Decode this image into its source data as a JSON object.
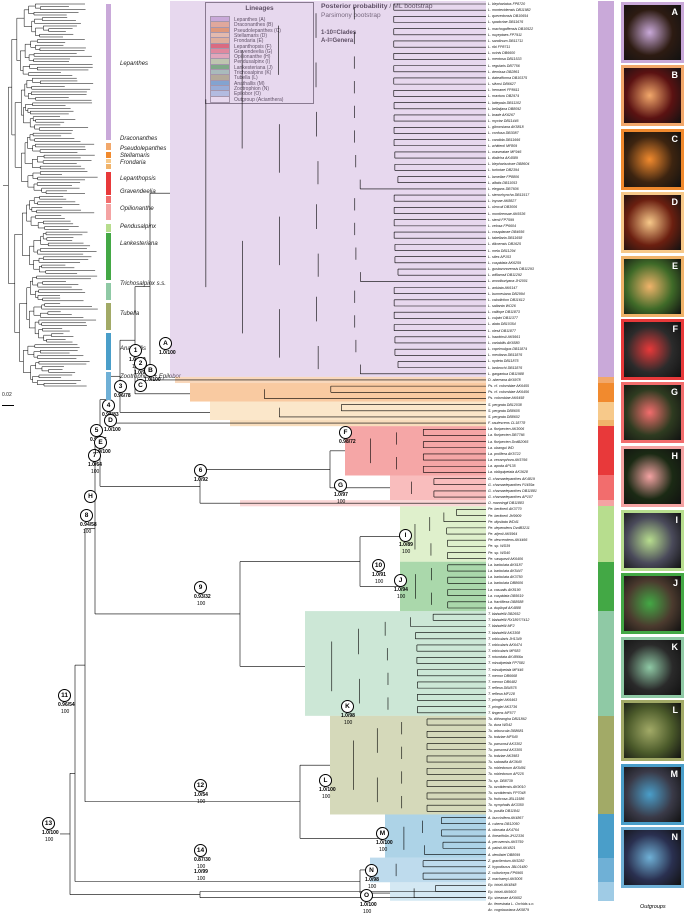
{
  "overview": {
    "scale": "0.02",
    "labels": [
      "Lepanthes",
      "Draconanthes",
      "Pseudolepanthes",
      "Stellamaris",
      "Frondaria",
      "Lepanthopsis",
      "Gravendeelia",
      "Opilionanthe",
      "Pendusalpinx",
      "Lankesteriana",
      "Trichosalpinx s.s.",
      "Tubella",
      "Anathallis",
      "Zootrophion + Epilobor"
    ]
  },
  "legend": {
    "title": "Lineages",
    "items": [
      {
        "label": "Lepanthes (A)",
        "color": "#c9a9d9"
      },
      {
        "label": "Draconanthes (B)",
        "color": "#f2a86b"
      },
      {
        "label": "Pseudolepanthes (C)",
        "color": "#f18a2e"
      },
      {
        "label": "Stellamaris (D)",
        "color": "#f7c98a"
      },
      {
        "label": "Frondaria (E)",
        "color": "#f0b36a"
      },
      {
        "label": "Lepanthopsis (F)",
        "color": "#e8393a"
      },
      {
        "label": "Gravendeelia (G)",
        "color": "#f26d6d"
      },
      {
        "label": "Opilionanthe (H)",
        "color": "#f4a3a3"
      },
      {
        "label": "Pendusalpinx (I)",
        "color": "#b7dd8e"
      },
      {
        "label": "Lankesteriana (J)",
        "color": "#43a845"
      },
      {
        "label": "Trichosalpinx (K)",
        "color": "#8fc9a5"
      },
      {
        "label": "Tubella (L)",
        "color": "#a2aa67"
      },
      {
        "label": "Anathallis (M)",
        "color": "#4a9ec9"
      },
      {
        "label": "Zootrophion (N)",
        "color": "#6fb0d6"
      },
      {
        "label": "Epilobor (O)",
        "color": "#9fcbe5"
      },
      {
        "label": "Outgroup (Acianthera)",
        "color": "#ffffff"
      }
    ]
  },
  "header": {
    "title": "Posterior probability",
    "title2": "/ ML bootstrap",
    "sub": "Parsimony bootstrap",
    "clades": "1-10=Clades",
    "genera": "A-I=Genera"
  },
  "tips": [
    "L. blephariatus FP8720",
    "L. montevidensis DB11982",
    "L. quevedonsis DB10654",
    "L. spadcriae DB11676",
    "L. machogaffensis DB10522",
    "L. nuyeptaes FP7911",
    "L. sandinum DB11711",
    "L. ribi FP8711",
    "L. ovinis DB6600",
    "L. mentosa DB11533",
    "L. regularis DB7756",
    "L. demissa DB2861",
    "L. dateafforma DB10375",
    "L. silvosi DB6627",
    "L. hernanei FP8611",
    "L. rnaxturu DB2974",
    "L. lattepala DB11102",
    "L. bellaijana DB8092",
    "L. brade AK6267",
    "L. myctar DB11446",
    "L. gilconsiana AK5818",
    "L. confusa DB3087",
    "L. candida DB11666",
    "L. whittenii MF809",
    "L. oraseratae MF946",
    "L. dialicha AK4589",
    "L. blepharisotoxe DB8604",
    "L. turkotae DB2394",
    "L. lamellae FP8806",
    "L. alfatis DB11053",
    "L. elegans DB7606",
    "L. stenorhyncha DB11517",
    "L. inyoae AK8827",
    "L. ulmcuii DB3006",
    "L. montirensae AK6536",
    "L. stenii FP7599",
    "L. velosa FP6604",
    "L. cosaplanae DB4656",
    "L. tabellaria DB11658",
    "L. dikoensis DB1625",
    "L. mela DB11294",
    "L. stles AP153",
    "L. cuspidata AK6259",
    "L. gustavonorensis DB11293",
    "L. williamsii DB11292",
    "L. woodburiyana JH2001",
    "L. ankiata AK6147",
    "L. burmesiana DB2994",
    "L. calodiction DB11612",
    "L. saltanta WO26",
    "L. calliope DB11873",
    "L. vulpini DB11377",
    "L. alata DB10354",
    "L. olesii DB11877",
    "L. hawkinsii AK5661",
    "L. variabilis AK6580",
    "L. caprimulgus DB11874",
    "L. mexitana DB11876",
    "L. nydeta DB11875",
    "L. ianbrochi DB11876",
    "L. gargantua DB11988",
    "D. aberrana AK6978",
    "Ps. cf. colombiae AK6455",
    "Ps. cf. colombiae AK6456",
    "Ps. colombiae AK6458",
    "S. pergrata DB12038",
    "S. pergrata DB8605",
    "S. pergrata DB8602",
    "F. caulescens CL18778",
    "La. floripecten AK3006",
    "La. floripecten DB7766",
    "La. floripecten DvdB2065",
    "La. ubangui WD",
    "La. prolifera AK5722",
    "La. vexamphora AK5766",
    "La. apoda AP135",
    "La. obliquipetala AK3628",
    "G. chamaelepanthes AK4819",
    "G. chamaelepanthes PJ459a",
    "G. chamaelepanthes DB11881",
    "G. chamaelepanthes AP107",
    "O. manningii DB11883",
    "Pe. berlinerii AK3770",
    "Pe. berlinerii JH9909",
    "Pe. dipsitata WD41",
    "Pe. dependens DvdB3211",
    "Pe. aljenii AK5964",
    "Pe. descendens AK4466",
    "Pe. sp. WD39",
    "Pe. sp. WD40",
    "Pe. vasquezii AK6406",
    "La. barbulata AK6187",
    "La. barbulata AK5447",
    "La. barbulata AK3750",
    "La. barbulata DB8606",
    "La. casualis AK8190",
    "La. cuspidata DB5619",
    "La. fractiflexa DB8588",
    "La. dupliopii AK4888",
    "T. blaisdellii DB2652",
    "T. blaisdellii RX1897/7412",
    "T. blaisdellii MF2",
    "T. blaisdellii AK3308",
    "T. orbicularis JH1349",
    "T. orbicularis AK6474",
    "T. orbicularis MF683",
    "T. rotundata AK4866a",
    "T. minutipetala FP7581",
    "T. minutipetala MF446",
    "T. memor DB6668",
    "T. memor DB6482",
    "T. reflexa DB4575",
    "T. reflexa MF128",
    "T. pringlei AK6463",
    "T. pringlei AK3736",
    "T. tingens MF577",
    "Tu. dithrangha DB11862",
    "Tu. dura WD42",
    "Tu. arbuscula DB8681",
    "Tu. todziae MF540",
    "Tu. parsonsii AK3302",
    "Tu. parsonsii AK3305",
    "Tu. todziae AK3983",
    "Tu. sabastila AK3640",
    "Tu. robledorum AK5491",
    "Tu. robledorum AP225",
    "Tu. sp. DB8739",
    "Tu. ozotidensis AK9010",
    "Tu. ozotidensis FP7048",
    "Tu. fruticosa JBL11586",
    "Tu. nymphalis AK3350",
    "Tu. pusilla DB11841",
    "A. buccinifera AK4867",
    "A. rubens DB12050",
    "A. obovata AK4764",
    "A. linearifolia JH12336",
    "A. peruvensis AK5759",
    "A. pabsii AK4821",
    "A. dewilstei DB8099",
    "Z. gracilentum AK5282",
    "Z. hypodiscus JBL01480",
    "Z. vulturiceps FP6965",
    "Z. machaeryi AK5005",
    "Ep. hirtzii AK4848",
    "Ep. hirtzii AK6603",
    "Ep. sireanae AK6652",
    "Ac. fenestrata L. Orchids s.n.",
    "Ac. cogniauxiana AK5879"
  ],
  "nodes": [
    {
      "id": "1",
      "sup": "1.0/100",
      "sub": "100"
    },
    {
      "id": "2",
      "sup": "1.0/97",
      "sub": ""
    },
    {
      "id": "3",
      "sup": "0.96/78",
      "sub": ""
    },
    {
      "id": "4",
      "sup": "0.98/83",
      "sub": ""
    },
    {
      "id": "5",
      "sup": "0.97/56",
      "sub": ""
    },
    {
      "id": "6",
      "sup": "1.0/92",
      "sub": ""
    },
    {
      "id": "7",
      "sup": "1.0/64",
      "sub": "100"
    },
    {
      "id": "8",
      "sup": "0.94/58",
      "sub": "100"
    },
    {
      "id": "9",
      "sup": "0.93/32",
      "sub": "100"
    },
    {
      "id": "10",
      "sup": "1.0/91",
      "sub": "100"
    },
    {
      "id": "11",
      "sup": "0.96/54",
      "sub": "100"
    },
    {
      "id": "12",
      "sup": "1.0/54",
      "sub": "100"
    },
    {
      "id": "13",
      "sup": "1.0/100",
      "sub": "100"
    },
    {
      "id": "14",
      "sup": "0.87/30",
      "sub": "100"
    },
    {
      "id": "A",
      "sup": "1.0/100",
      "sub": ""
    },
    {
      "id": "B",
      "sup": "1.0/100",
      "sub": ""
    },
    {
      "id": "C",
      "sup": "",
      "sub": ""
    },
    {
      "id": "D",
      "sup": "1.0/100",
      "sub": ""
    },
    {
      "id": "E",
      "sup": "1.0/100",
      "sub": ""
    },
    {
      "id": "F",
      "sup": "0.98/72",
      "sub": ""
    },
    {
      "id": "G",
      "sup": "1.0/97",
      "sub": "100"
    },
    {
      "id": "H",
      "sup": "",
      "sub": ""
    },
    {
      "id": "I",
      "sup": "1.0/89",
      "sub": "100"
    },
    {
      "id": "J",
      "sup": "1.0/94",
      "sub": "100"
    },
    {
      "id": "K",
      "sup": "1.0/98",
      "sub": "100"
    },
    {
      "id": "L",
      "sup": "1.0/100",
      "sub": "100"
    },
    {
      "id": "M",
      "sup": "1.0/100",
      "sub": "100"
    },
    {
      "id": "N",
      "sup": "1.0/98",
      "sub": "100"
    },
    {
      "id": "O",
      "sup": "1.0/100",
      "sub": "100"
    },
    {
      "id": "1.0/99",
      "sup": "1.0/99",
      "sub": "100"
    }
  ],
  "photos": [
    {
      "letter": "A",
      "color": "#c9a9d9",
      "bg": "#2d1b12"
    },
    {
      "letter": "B",
      "color": "#f2a86b",
      "bg": "#5b1212"
    },
    {
      "letter": "C",
      "color": "#f18a2e",
      "bg": "#3d2410"
    },
    {
      "letter": "D",
      "color": "#f7c98a",
      "bg": "#6b1f10"
    },
    {
      "letter": "E",
      "color": "#f0b36a",
      "bg": "#3f6a28"
    },
    {
      "letter": "F",
      "color": "#e8393a",
      "bg": "#2b2b2b"
    },
    {
      "letter": "G",
      "color": "#f26d6d",
      "bg": "#2e3b20"
    },
    {
      "letter": "H",
      "color": "#f4a3a3",
      "bg": "#1b2a14"
    },
    {
      "letter": "I",
      "color": "#b7dd8e",
      "bg": "#4a4a5a"
    },
    {
      "letter": "J",
      "color": "#43a845",
      "bg": "#4b3a2e"
    },
    {
      "letter": "K",
      "color": "#8fc9a5",
      "bg": "#2a2a2a"
    },
    {
      "letter": "L",
      "color": "#a2aa67",
      "bg": "#4b5a2a"
    },
    {
      "letter": "M",
      "color": "#4a9ec9",
      "bg": "#3a3a48"
    },
    {
      "letter": "N",
      "color": "#6fb0d6",
      "bg": "#2a3050"
    }
  ],
  "outgroups_label": "Outgroups"
}
